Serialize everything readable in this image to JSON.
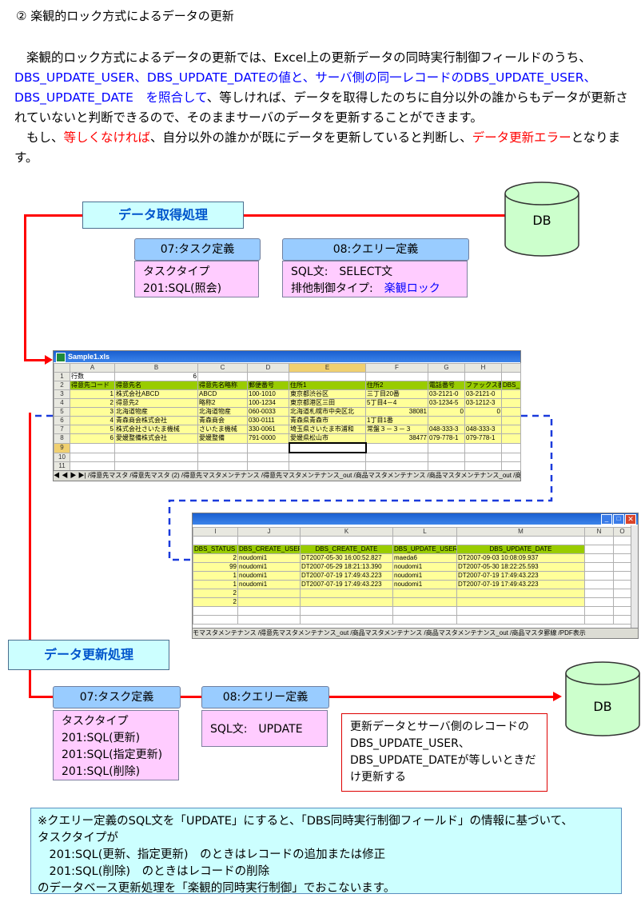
{
  "title": "② 楽観的ロック方式によるデータの更新",
  "intro": {
    "p1_a": "楽観的ロック方式によるデータの更新では、Excel上の更新データの同時実行制御フィールドのうち、",
    "p1_blue": "DBS_UPDATE_USER、DBS_UPDATE_DATEの値と、サーバ側の同一レコードのDBS_UPDATE_USER、DBS_UPDATE_DATE　を照合して",
    "p1_b": "、等しければ、データを取得したのちに自分以外の誰からもデータが更新されていないと判断できるので、そのままサーバのデータを更新することができます。",
    "p2_a": "もし、",
    "p2_red1": "等しくなければ",
    "p2_b": "、自分以外の誰かが既にデータを更新していると判断し、",
    "p2_red2": "データ更新エラー",
    "p2_c": "となります。"
  },
  "fetch": {
    "label": "データ取得処理",
    "db": "DB",
    "task_header": "07:タスク定義",
    "task_line1": "タスクタイプ",
    "task_line2": "201:SQL(照会)",
    "query_header": "08:クエリー定義",
    "query_line1": "SQL文:　SELECT文",
    "query_line2_a": "排他制御タイプ:　",
    "query_line2_b": "楽観ロック"
  },
  "excel1": {
    "window_title": "Sample1.xls",
    "col_headers": [
      "A",
      "B",
      "C",
      "D",
      "E",
      "F",
      "G",
      "H"
    ],
    "row_nums": [
      "1",
      "2",
      "3",
      "4",
      "5",
      "6",
      "7",
      "8",
      "9",
      "10",
      "11"
    ],
    "row1": [
      "行数",
      "",
      "6"
    ],
    "header_row": [
      "得意先コード",
      "得意先名",
      "得意先名略称",
      "郵便番号",
      "住所1",
      "住所2",
      "電話番号",
      "ファックス番",
      "DBS_"
    ],
    "rows": [
      [
        "1",
        "株式会社ABCD",
        "ABCD",
        "100-1010",
        "東京都渋谷区",
        "三丁目20番",
        "03-2121-0",
        "03-2121-0"
      ],
      [
        "2",
        "得意先2",
        "略称2",
        "100-1234",
        "東京都港区三田",
        "5丁目4－4",
        "03-1234-5",
        "03-1212-3"
      ],
      [
        "3",
        "北海道物産",
        "北海道物産",
        "060-0033",
        "北海道札幌市中央区北",
        "38081",
        "0",
        "0"
      ],
      [
        "4",
        "青森商会株式会社",
        "青森商会",
        "030-0111",
        "青森県青森市",
        "1丁目1番",
        "",
        ""
      ],
      [
        "5",
        "株式会社さいたま機械",
        "さいたま機械",
        "330-0061",
        "埼玉県さいたま市浦和",
        "常盤３－３－３",
        "048-333-3",
        "048-333-3"
      ],
      [
        "6",
        "愛媛整備株式会社",
        "愛媛整備",
        "791-0000",
        "愛媛県松山市",
        "38477",
        "079-778-1",
        "079-778-1"
      ]
    ],
    "tabs": "◀ ◀ ▶ ▶| /得意先マスタ /得意先マスタ (2) /得意先マスタメンテナンス /得意先マスタメンテナンス_out /商品マスタメンテナンス /商品マスタメンテナンス_out /商品マス"
  },
  "excel2": {
    "col_headers": [
      "I",
      "J",
      "K",
      "L",
      "M",
      "N",
      "O"
    ],
    "header_row": [
      "DBS_STATUS",
      "DBS_CREATE_USER",
      "DBS_CREATE_DATE",
      "DBS_UPDATE_USER",
      "DBS_UPDATE_DATE"
    ],
    "rows": [
      [
        "2",
        "noudomi1",
        "DT2007-05-30 16:00:52.827",
        "maeda6",
        "DT2007-09-03 10:08:09.937"
      ],
      [
        "99",
        "noudomi1",
        "DT2007-05-29 18:21:13.390",
        "noudomi1",
        "DT2007-05-30 18:22:25.593"
      ],
      [
        "1",
        "noudomi1",
        "DT2007-07-19 17:49:43.223",
        "noudomi1",
        "DT2007-07-19 17:49:43.223"
      ],
      [
        "1",
        "noudomi1",
        "DT2007-07-19 17:49:43.223",
        "noudomi1",
        "DT2007-07-19 17:49:43.223"
      ],
      [
        "2",
        "",
        "",
        "",
        ""
      ],
      [
        "2",
        "",
        "",
        "",
        ""
      ]
    ],
    "tabs": "モマスタメンテナンス /得意先マスタメンテナンス_out /商品マスタメンテナンス /商品マスタメンテナンス_out /商品マスタ罫線 /PDF表示"
  },
  "update": {
    "label": "データ更新処理",
    "db": "DB",
    "task_header": "07:タスク定義",
    "task_lines": [
      "タスクタイプ",
      "201:SQL(更新)",
      "201:SQL(指定更新)",
      "201:SQL(削除)"
    ],
    "query_header": "08:クエリー定義",
    "query_line1": "SQL文:　UPDATE",
    "callout": "更新データとサーバ側のレコードのDBS_UPDATE_USER、DBS_UPDATE_DATEが等しいときだけ更新する"
  },
  "note": {
    "line1": "※クエリー定義のSQL文を「UPDATE」にすると、「DBS同時実行制御フィールド」の情報に基づいて、",
    "line2": "タスクタイプが",
    "line3": "　201:SQL(更新、指定更新)　のときはレコードの追加または修正",
    "line4": "　201:SQL(削除)　のときはレコードの削除",
    "line5": "のデータベース更新処理を「楽観的同時実行制御」でおこないます。"
  },
  "colors": {
    "accent_red": "#ff0000",
    "label_bg": "#ccffff",
    "header_blue": "#99ccff",
    "pink": "#ffccff",
    "db_green": "#ccffcc",
    "highlight_blue": "#0000ff"
  }
}
